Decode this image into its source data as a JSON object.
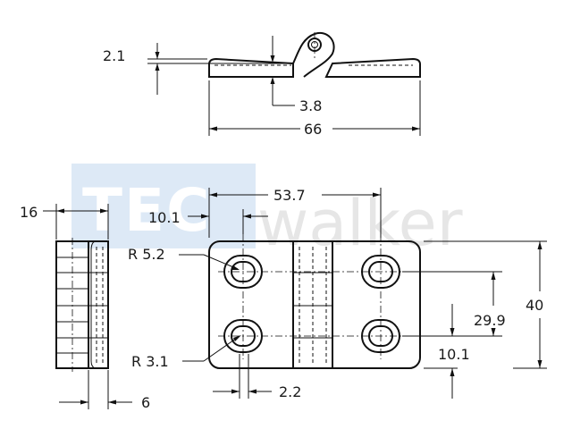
{
  "watermark": {
    "part1": "TEC",
    "part2": "walker"
  },
  "dimensions": {
    "top_thickness": "2.1",
    "top_offset": "3.8",
    "overall_width": "66",
    "side_width": "16",
    "side_thickness": "6",
    "hole_spacing_x": "53.7",
    "hole_offset_x": "10.1",
    "large_radius": "R 5.2",
    "small_radius": "R 3.1",
    "slot_length": "2.2",
    "hole_spacing_y": "29.9",
    "hole_offset_y": "10.1",
    "overall_height": "40"
  }
}
